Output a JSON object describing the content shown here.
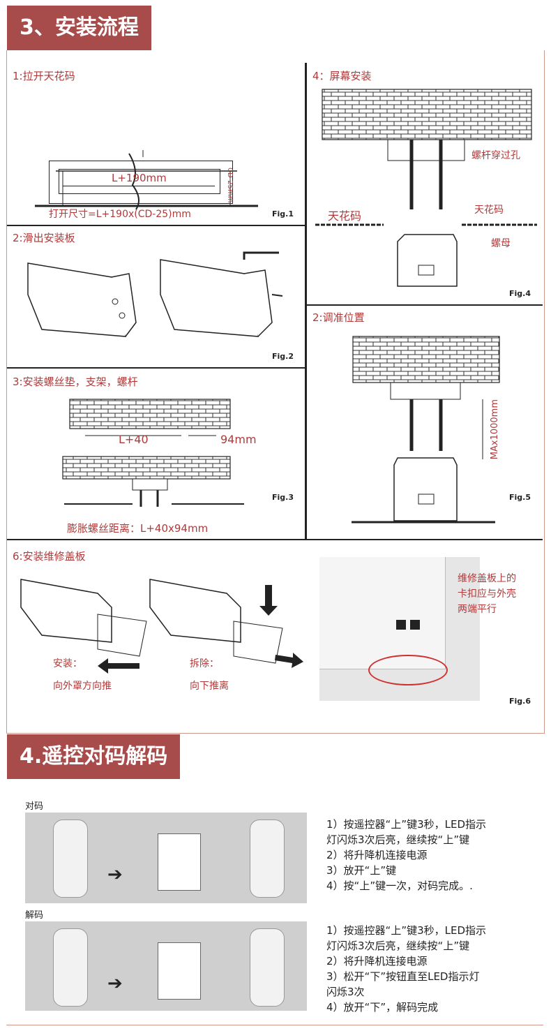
{
  "section3": {
    "title": "3、安装流程"
  },
  "fig1": {
    "title": "1:拉开天花码",
    "dim_label": "L+190mm",
    "cd_label": "CD-25mm",
    "opening": "打开尺寸=L+190x(CD-25)mm",
    "fig": "Fig.1"
  },
  "fig2": {
    "title": "2:滑出安装板",
    "fig": "Fig.2"
  },
  "fig3": {
    "title": "3:安装螺丝垫，支架，螺杆",
    "l40": "L+40",
    "mm94": "94mm",
    "note": "膨胀螺丝距离：L+40x94mm",
    "fig": "Fig.3"
  },
  "fig4": {
    "title": "4：屏幕安装",
    "hole": "螺杆穿过孔",
    "ceiling_left": "天花码",
    "ceiling_right": "天花码",
    "nut": "螺母",
    "fig": "Fig.4"
  },
  "fig5": {
    "title": "2:调准位置",
    "max": "MAx1000mm",
    "fig": "Fig.5"
  },
  "fig6": {
    "title": "6:安装维修盖板",
    "install": "安装：",
    "install_desc": "向外罩方向推",
    "remove": "拆除：",
    "remove_desc": "向下推离",
    "note_lines": [
      "维修盖板上的",
      "卡扣应与外壳",
      "两端平行"
    ],
    "fig": "Fig.6"
  },
  "section4": {
    "title": "4.遥控对码解码"
  },
  "pairing": {
    "header": "对码",
    "steps": [
      "1）按遥控器“上”键3秒，LED指示",
      "灯闪烁3次后亮，继续按“上”键",
      "2）将升降机连接电源",
      "3）放开“上”键",
      "4）按“上”键一次，对码完成。."
    ]
  },
  "unpairing": {
    "header": "解码",
    "steps": [
      "1）按遥控器“上”键3秒，LED指示",
      "灯闪烁3次后亮，继续按“上”键",
      "2）将升降机连接电源",
      "3）松开“下”按钮直至LED指示灯",
      "闪烁3次",
      "4）放开“下”，解码完成"
    ]
  }
}
